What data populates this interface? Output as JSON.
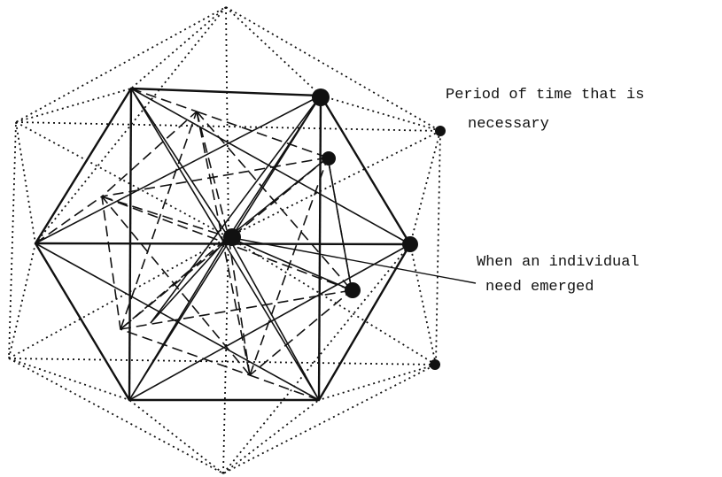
{
  "annotations": {
    "time_period": {
      "line1": "Period of time that is",
      "line2": "necessary"
    },
    "need_emerged": {
      "line1": "When an individual",
      "line2": "need emerged"
    }
  },
  "colors": {
    "ink": "#111111",
    "background": "#ffffff"
  }
}
